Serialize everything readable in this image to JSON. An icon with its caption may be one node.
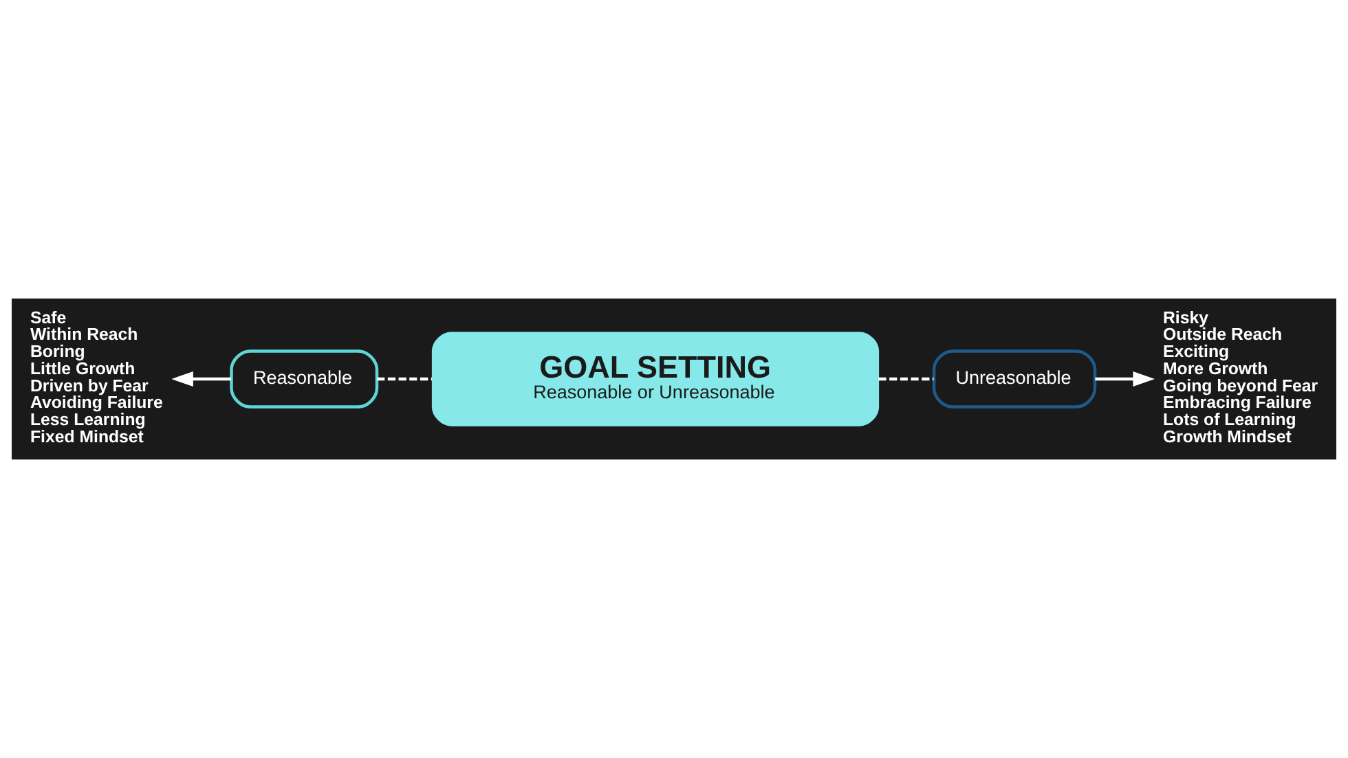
{
  "diagram": {
    "nodes": [
      {
        "text": [
          "GOAL SETTING",
          "Reasonable or Unreasonable"
        ]
      },
      {
        "text": [
          "Reasonable"
        ]
      },
      {
        "text": [
          "Unreasonable"
        ]
      },
      {
        "text": [
          "Safe",
          "Within Reach",
          "Boring",
          "Little Growth",
          "Driven by Fear",
          "Avoiding Failure",
          "Less Learning",
          "Fixed Mindset"
        ]
      },
      {
        "text": [
          "Risky",
          "Outside Reach",
          "Exciting",
          "More Growth",
          "Going beyond Fear",
          "Embracing Failure",
          "Lots of Learning",
          "Growth Mindset"
        ]
      }
    ],
    "edges": [
      {
        "from": 0,
        "to": 1,
        "arrow": "none",
        "style": "dashed"
      },
      {
        "from": 0,
        "to": 2,
        "arrow": "none",
        "style": "dashed"
      },
      {
        "from": 1,
        "to": 3,
        "arrow": "to"
      },
      {
        "from": 2,
        "to": 4,
        "arrow": "to"
      }
    ]
  }
}
